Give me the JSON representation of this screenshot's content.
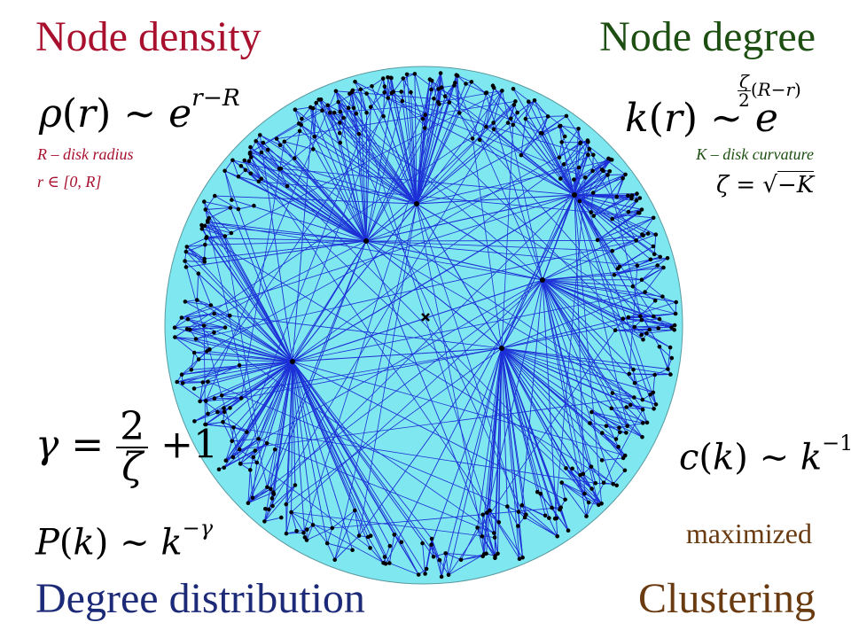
{
  "titles": {
    "node_density": "Node density",
    "node_degree": "Node degree",
    "degree_distribution": "Degree distribution",
    "clustering": "Clustering"
  },
  "notes": {
    "disk_radius": "R – disk radius",
    "r_range": "r ∈ [0, R]",
    "disk_curvature": "K – disk curvature",
    "maximized": "maximized"
  },
  "formulas": {
    "density": "ρ(r) ~ e^{r−R}",
    "degree": "k(r) ~ e^{(ζ/2)(R−r)}",
    "zeta": "ζ = √(−K)",
    "gamma": "γ = 2/ζ + 1",
    "pk": "P(k) ~ k^{−γ}",
    "ck": "c(k) ~ k^{−1}"
  },
  "colors": {
    "node_density": "#a8102e",
    "node_degree": "#1e4f12",
    "degree_distribution": "#1c2a78",
    "clustering": "#6a3a10",
    "disk_fill": "#7fe7ef",
    "edge": "#1d2fd6",
    "node": "#000000"
  }
}
